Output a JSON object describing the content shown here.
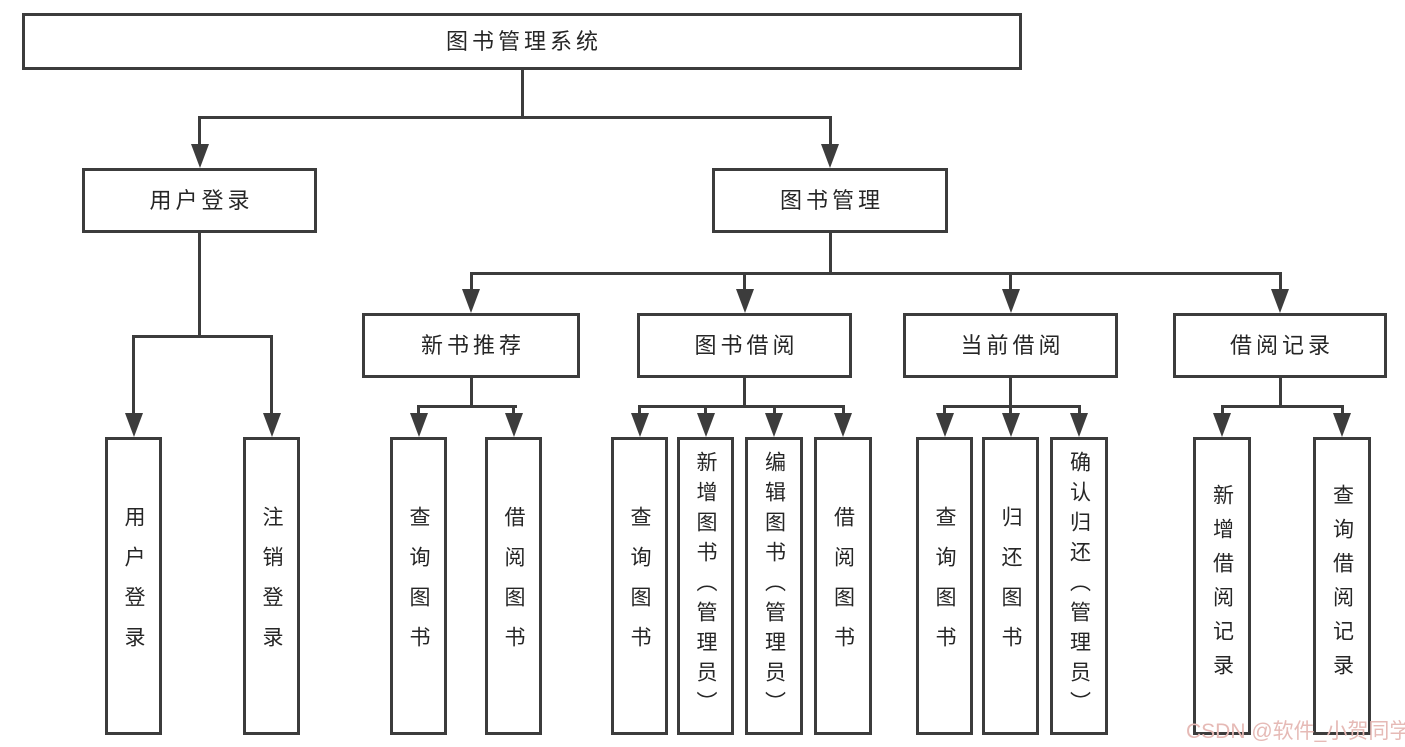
{
  "colors": {
    "line": "#3c3c3c",
    "text": "#262626",
    "watermark": "#e6bab6",
    "background": "#ffffff"
  },
  "watermark": "CSDN @软件_小贺同学",
  "tree": {
    "root": "图书管理系统",
    "branches": [
      {
        "label": "用户登录",
        "leaves": [
          "用户登录",
          "注销登录"
        ]
      },
      {
        "label": "图书管理",
        "groups": [
          {
            "label": "新书推荐",
            "leaves": [
              "查询图书",
              "借阅图书"
            ]
          },
          {
            "label": "图书借阅",
            "leaves": [
              "查询图书",
              "新增图书（管理员）",
              "编辑图书（管理员）",
              "借阅图书"
            ]
          },
          {
            "label": "当前借阅",
            "leaves": [
              "查询图书",
              "归还图书",
              "确认归还（管理员）"
            ]
          },
          {
            "label": "借阅记录",
            "leaves": [
              "新增借阅记录",
              "查询借阅记录"
            ]
          }
        ]
      }
    ]
  }
}
